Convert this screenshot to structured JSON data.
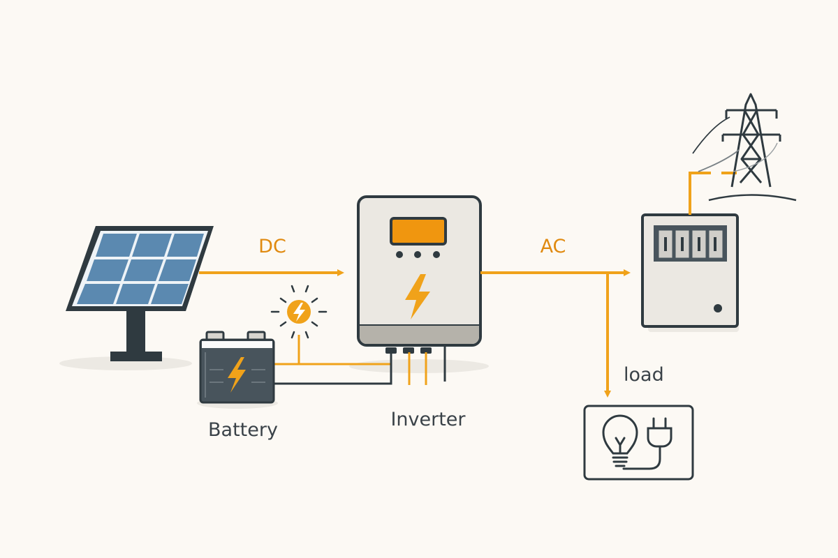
{
  "labels": {
    "dc": "DC",
    "ac": "AC",
    "battery": "Battery",
    "inverter": "Inverter",
    "load": "load"
  },
  "colors": {
    "background": "#fcf9f4",
    "flow_orange": "#f0a21a",
    "label_orange": "#e08a10",
    "outline_dark": "#2f3a40",
    "panel_blue": "#5b89b0",
    "device_fill": "#ebe8e2"
  },
  "icons": [
    "solar-panel-icon",
    "battery-icon",
    "sun-bolt-icon",
    "inverter-icon",
    "breaker-panel-icon",
    "power-tower-icon",
    "light-bulb-icon",
    "plug-icon"
  ]
}
